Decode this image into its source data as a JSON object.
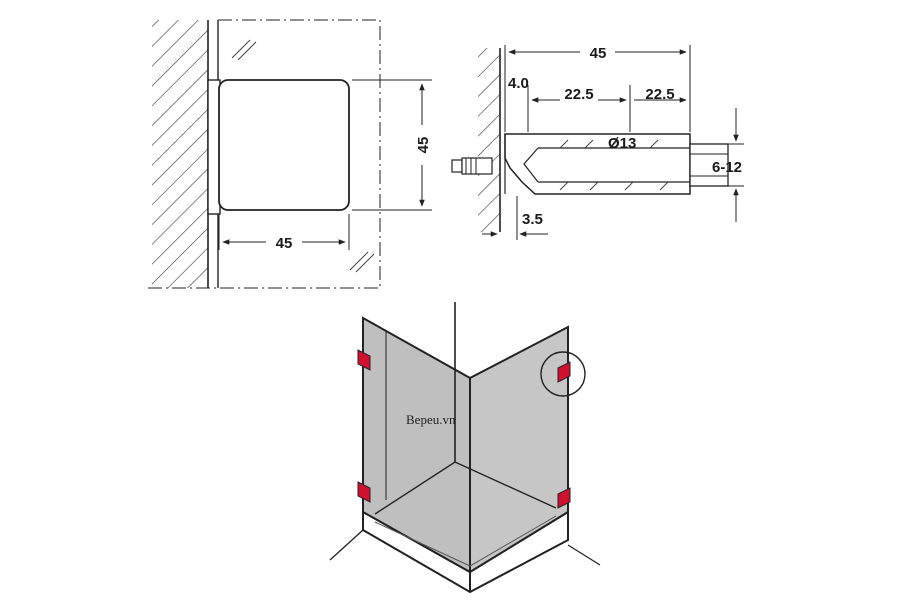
{
  "front_view": {
    "width_label": "45",
    "height_label": "45"
  },
  "side_view": {
    "total_length": "45",
    "wall_gap": "4.0",
    "half_left": "22.5",
    "half_right": "22.5",
    "diameter": "Ø13",
    "glass_thickness": "6-12",
    "base_offset": "3.5"
  },
  "watermark": "Bepeu.vn",
  "colors": {
    "line": "#222222",
    "glass": "#b4b4b4",
    "clamp": "#d0102e"
  }
}
